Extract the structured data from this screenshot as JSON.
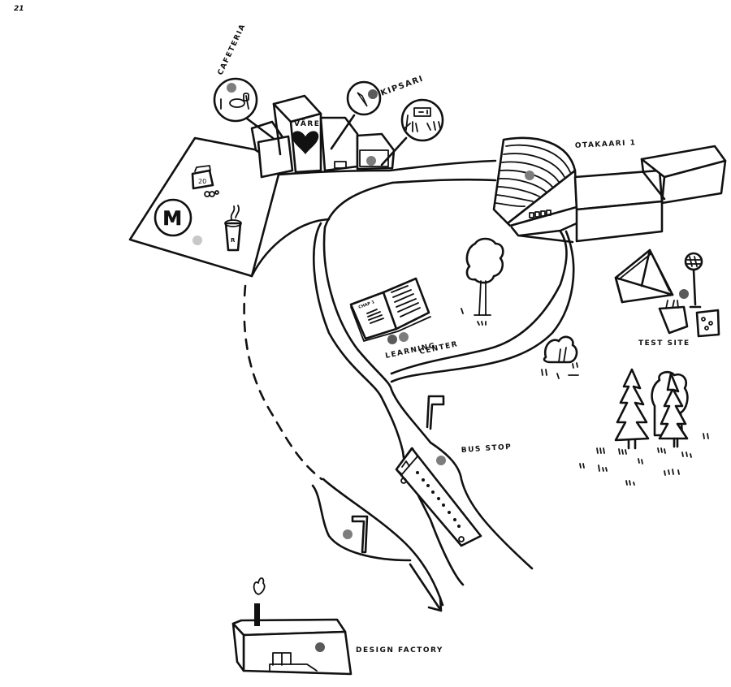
{
  "page": {
    "number": "21"
  },
  "colors": {
    "ink": "#111111",
    "background": "#ffffff",
    "marker_dark": "#5a5a5a",
    "marker_mid": "#7d7d7d",
    "marker_light": "#c8c8c8"
  },
  "locations": [
    {
      "id": "cafeteria",
      "label": "CAFETERIA",
      "icon": "plate-cutlery-icon",
      "marker": "marker_mid"
    },
    {
      "id": "vare",
      "label": "VÄRE",
      "icon": "heart-icon"
    },
    {
      "id": "kipsari",
      "label": "KIPSARI",
      "icon": "carrot-icon",
      "marker": "marker_dark"
    },
    {
      "id": "meeting",
      "label": "",
      "icon": "people-presentation-icon",
      "marker": "marker_mid"
    },
    {
      "id": "otakaari-1",
      "label": "OTAKAARI 1",
      "icon": "lecture-hall-icon",
      "marker": "marker_mid"
    },
    {
      "id": "square",
      "label": "",
      "icon": "metro-icon",
      "marker": "marker_light",
      "extras": [
        "bus-20-icon",
        "coffee-cup-icon"
      ],
      "metro_letter": "M",
      "bus_number": "20",
      "cup_letter": "R"
    },
    {
      "id": "learning-center",
      "label_line1": "LEARNING",
      "label_line2": "CENTER",
      "icon": "open-book-icon",
      "book_heading": "CHAP 1",
      "markers": [
        "marker_dark",
        "marker_mid"
      ]
    },
    {
      "id": "test-site",
      "label": "TEST SITE",
      "icon": "tent-frame-icon",
      "marker": "marker_dark"
    },
    {
      "id": "bus-stop",
      "label": "BUS STOP",
      "icon": "bus-icon",
      "marker": "marker_mid"
    },
    {
      "id": "path-sign",
      "label": "",
      "icon": "sign-post-icon",
      "marker": "marker_mid"
    },
    {
      "id": "design-factory",
      "label": "DESIGN FACTORY",
      "icon": "factory-icon",
      "marker": "marker_dark"
    }
  ],
  "labels": {
    "cafeteria": "CAFETERIA",
    "vare": "VÄRE",
    "kipsari": "KIPSARI",
    "otakaari": "OTAKAARI 1",
    "learning_1": "LEARNING",
    "learning_2": "CENTER",
    "test_site": "TEST SITE",
    "bus_stop": "BUS STOP",
    "design_factory": "DESIGN FACTORY",
    "metro_letter": "M",
    "bus_number": "20",
    "cup_letter": "R",
    "book_heading": "CHAP 1"
  }
}
